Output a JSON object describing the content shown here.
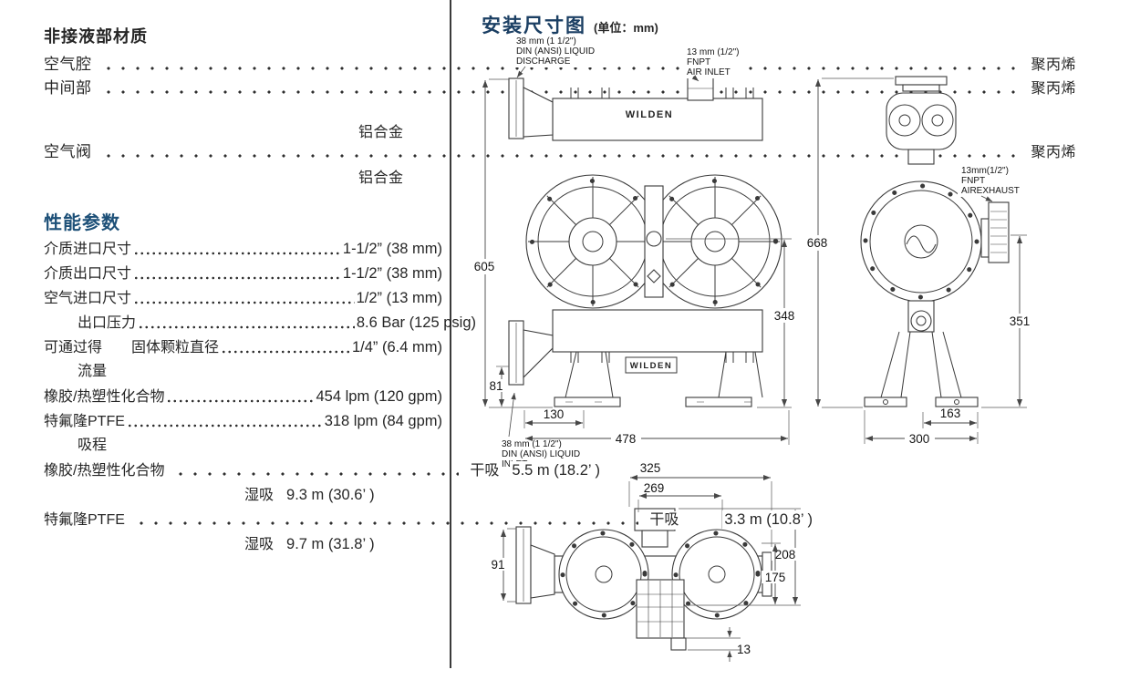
{
  "palette": {
    "heading_blue": "#1d5078",
    "title_blue": "#1b3f63",
    "text": "#262626",
    "line": "#3a3a3a"
  },
  "materials": {
    "heading": "非接液部材质",
    "rows": [
      {
        "label": "空气腔",
        "value": "聚丙烯"
      },
      {
        "label": "中间部",
        "value": "聚丙烯"
      },
      {
        "label": "空气阀",
        "value": "聚丙烯"
      }
    ],
    "alt1": "铝合金",
    "alt2": "铝合金"
  },
  "performance": {
    "heading": "性能参数",
    "rows": [
      {
        "label": "介质进口尺寸",
        "value": "1-1/2”  (38 mm)"
      },
      {
        "label": "介质出口尺寸",
        "value": "1-1/2”  (38 mm)"
      },
      {
        "label": "空气进口尺寸",
        "value": "1/2”  (13 mm)"
      },
      {
        "label": "出口压力",
        "value": "8.6 Bar (125 psig)"
      },
      {
        "label": "可通过得",
        "label2": "固体颗粒直径",
        "value": "1/4”  (6.4 mm)"
      },
      {
        "label": "流量"
      },
      {
        "label": "橡胶/热塑性化合物",
        "value": "454 lpm (120 gpm)"
      },
      {
        "label": "特氟隆PTFE",
        "value": "318 lpm (84 gpm)"
      },
      {
        "label": "吸程"
      }
    ],
    "suction": {
      "dry_label": "干吸",
      "wet_label": "湿吸",
      "rubber_label": "橡胶/热塑性化合物",
      "rubber_dry": "5.5 m (18.2’ )",
      "rubber_wet": "9.3 m (30.6’ )",
      "ptfe_label": "特氟隆PTFE",
      "ptfe_dry": "3.3 m (10.8’ )",
      "ptfe_wet": "9.7 m (31.8’ )"
    }
  },
  "drawing": {
    "title": "安装尺寸图",
    "unit": "(单位：mm)",
    "brand": "WILDEN",
    "callouts": {
      "discharge": [
        "38 mm (1 1/2\")",
        "DIN (ANSI) LIQUID",
        "DISCHARGE"
      ],
      "air_inlet": [
        "13 mm (1/2\")",
        "FNPT",
        "AIR INLET"
      ],
      "exhaust": [
        "13mm(1/2\")",
        "FNPT",
        "AIREXHAUST"
      ],
      "inlet": [
        "38 mm (1 1/2\")",
        "DIN (ANSI) LIQUID",
        "INLET"
      ]
    },
    "dims": {
      "d605": "605",
      "d348": "348",
      "d81": "81",
      "d130": "130",
      "d478": "478",
      "d668": "668",
      "d351": "351",
      "d163": "163",
      "d300": "300",
      "d325": "325",
      "d269": "269",
      "d91": "91",
      "d208": "208",
      "d175": "175",
      "d13": "13"
    }
  }
}
